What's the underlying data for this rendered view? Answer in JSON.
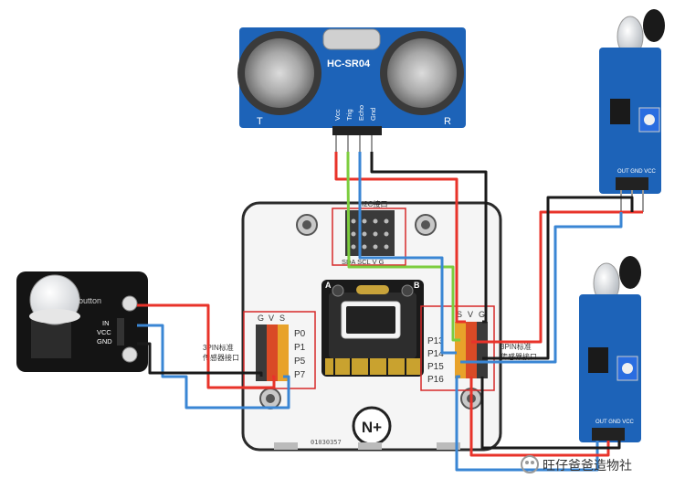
{
  "sensor": {
    "model": "HC-SR04",
    "side_t": "T",
    "side_r": "R",
    "pins": [
      "Vcc",
      "Trig",
      "Echo",
      "Gnd"
    ]
  },
  "board": {
    "i2c_label": "I2C接口",
    "i2c_pins": "SDA SCL V G",
    "left_header": [
      "G",
      "V",
      "S"
    ],
    "left_pins": [
      "P0",
      "P1",
      "P5",
      "P7"
    ],
    "left_caption": [
      "3PIN标准",
      "传感器接口"
    ],
    "right_header": [
      "S",
      "V",
      "G"
    ],
    "right_pins": [
      "P13",
      "P14",
      "P15",
      "P16"
    ],
    "right_caption": [
      "3PIN标准",
      "传感器接口"
    ],
    "mb_a": "A",
    "mb_b": "B",
    "brand_logo": "N+",
    "serial": "01030357"
  },
  "button_module": {
    "title": "button",
    "pins": [
      "IN",
      "VCC",
      "GND"
    ]
  },
  "ir_modules": [
    {
      "pins": "OUT GND VCC"
    },
    {
      "pins": "OUT GND VCC"
    }
  ],
  "watermark": "旺仔爸爸造物社",
  "colors": {
    "wire_red": "#e8332a",
    "wire_blue": "#3a86d4",
    "wire_green": "#7ccd3e",
    "wire_black": "#1a1a1a",
    "module_blue": "#1d63b8"
  }
}
